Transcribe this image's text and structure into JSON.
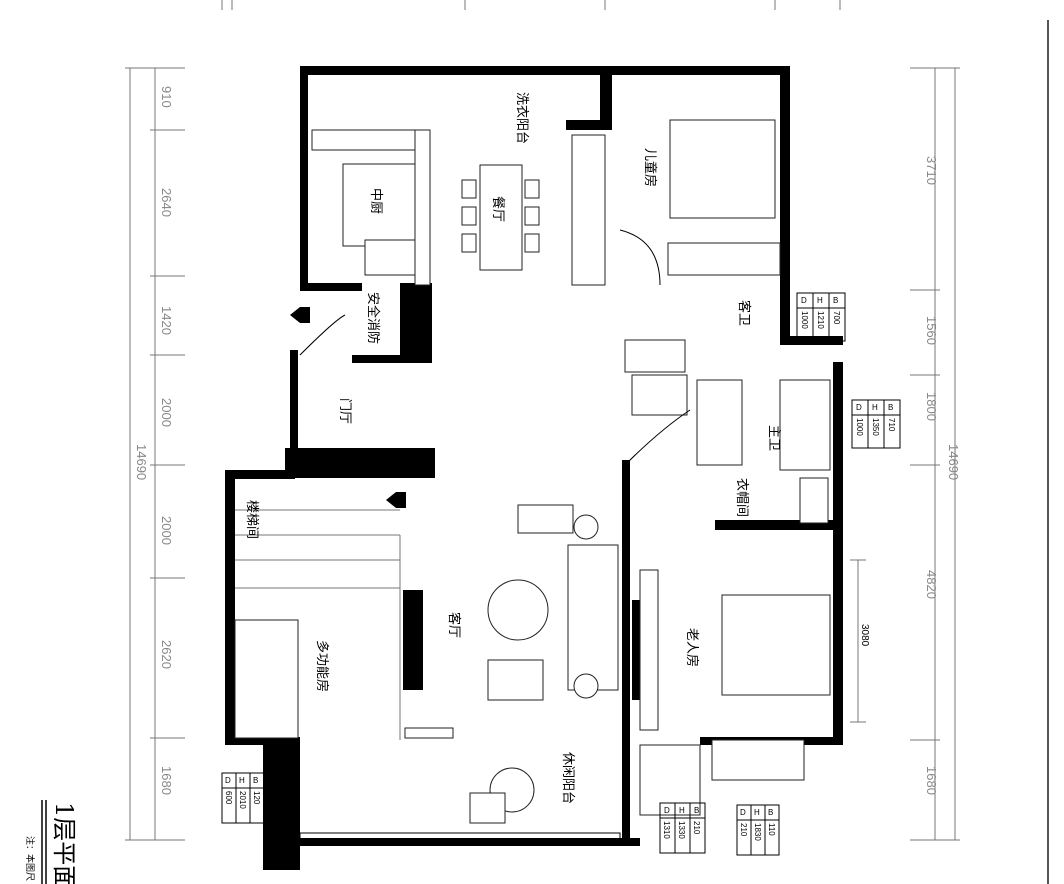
{
  "drawing": {
    "title": "1层平面",
    "note": "注：本图尺",
    "rooms": [
      "洗衣阳台",
      "中厨",
      "餐厅",
      "儿童房",
      "客卫",
      "安全消防",
      "门厅",
      "主卫",
      "衣帽间",
      "楼梯间",
      "多功能房",
      "客厅",
      "老人房",
      "休闲阳台"
    ],
    "dims_left": [
      "910",
      "2640",
      "1420",
      "2000",
      "2000",
      "2620",
      "1680"
    ],
    "dims_left_total": "14690",
    "dims_right": [
      "3710",
      "1560",
      "1800",
      "4820",
      "1680"
    ],
    "dims_right_total": "14690",
    "dim_inner": "3080",
    "window_tags": [
      {
        "D": "1000",
        "H": "1210",
        "B": "700"
      },
      {
        "D": "1000",
        "H": "1350",
        "B": "710"
      },
      {
        "D": "1310",
        "H": "1330",
        "B": "210"
      },
      {
        "D": "210",
        "H": "1830",
        "B": "110"
      },
      {
        "D": "600",
        "H": "2010",
        "B": "120"
      }
    ],
    "tag_keys": [
      "D",
      "H",
      "B"
    ]
  }
}
